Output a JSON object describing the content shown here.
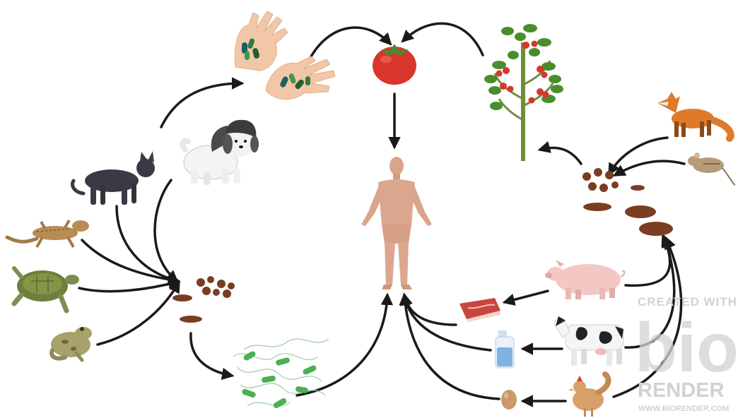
{
  "watermark": {
    "created_with": "CREATED WITH",
    "brand_big": "bio",
    "brand_render": "RENDER",
    "url": "WWW.BIORENDER.COM"
  },
  "icons": {
    "center": "human-icon",
    "top": [
      "hands-with-pills-icon",
      "tomato-icon",
      "tomato-plant-icon"
    ],
    "left": [
      "dog-icon",
      "cat-icon",
      "lizard-icon",
      "turtle-icon",
      "frog-icon"
    ],
    "right": [
      "fox-icon",
      "mouse-icon",
      "pig-icon",
      "cow-icon",
      "chicken-icon"
    ],
    "products": [
      "meat-icon",
      "milk-bottle-icon",
      "egg-icon"
    ],
    "environment": [
      "feces-pile-left-icon",
      "feces-pile-right-icon",
      "bacteria-cluster-icon"
    ]
  },
  "colors": {
    "arrow": "#1a1a1a",
    "tomato": "#d9362b",
    "skin": "#dba88f",
    "feces": "#7a3d22",
    "bacteria": "#4caf50",
    "watermark": "#d2d2d2"
  }
}
